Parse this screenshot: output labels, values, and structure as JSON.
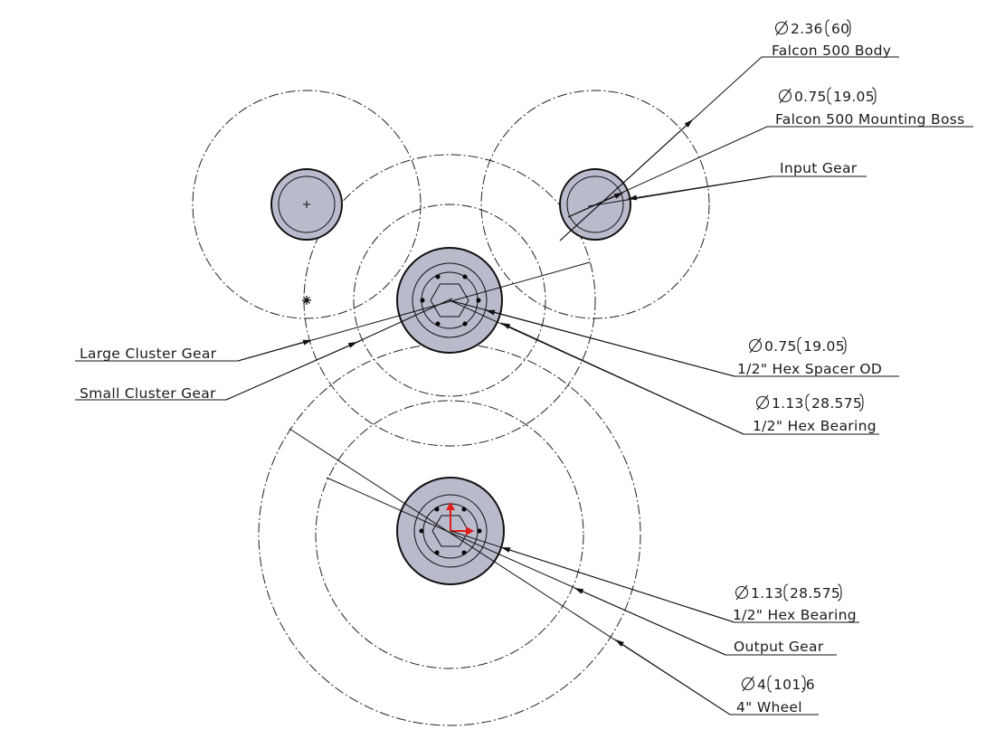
{
  "callouts": [
    {
      "id": "falcon-body",
      "dim": "2.36",
      "alt": "60",
      "name": "Falcon 500 Body"
    },
    {
      "id": "falcon-boss",
      "dim": "0.75",
      "alt": "19.05",
      "name": "Falcon 500 Mounting Boss"
    },
    {
      "id": "input-gear",
      "name": "Input Gear"
    },
    {
      "id": "large-cluster",
      "name": "Large Cluster Gear"
    },
    {
      "id": "small-cluster",
      "name": "Small Cluster Gear"
    },
    {
      "id": "hex-spacer",
      "dim": "0.75",
      "alt": "19.05",
      "name": "1/2\" Hex Spacer OD"
    },
    {
      "id": "hex-bearing-1",
      "dim": "1.13",
      "alt": "28.575",
      "name": "1/2\" Hex Bearing"
    },
    {
      "id": "hex-bearing-2",
      "dim": "1.13",
      "alt": "28.575",
      "name": "1/2\" Hex Bearing"
    },
    {
      "id": "output-gear",
      "name": "Output Gear"
    },
    {
      "id": "wheel",
      "dim": "4",
      "alt": "101.6",
      "name": "4\" Wheel"
    }
  ]
}
